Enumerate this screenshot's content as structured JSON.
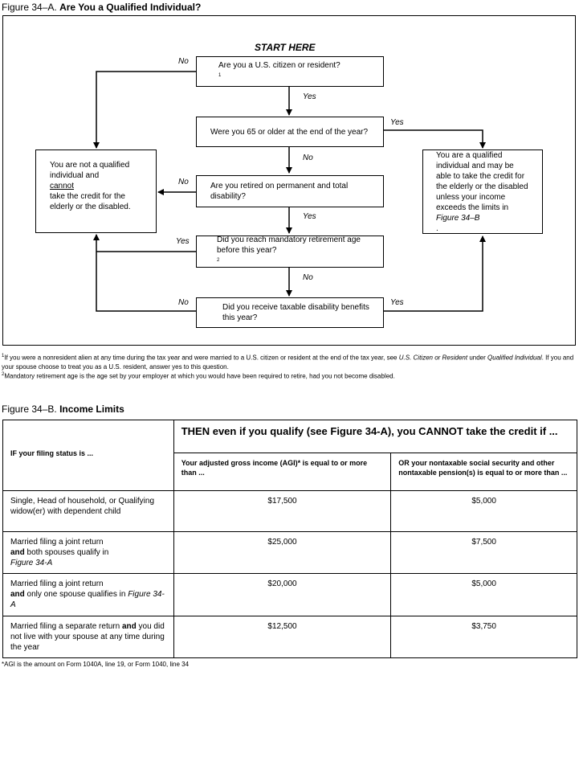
{
  "figA": {
    "prefix": "Figure 34–A.",
    "title": "Are You a Qualified Individual?",
    "start": "START HERE",
    "q1": "Are you a U.S. citizen or resident?",
    "q1_sup": "1",
    "q2": "Were you 65 or older at the end of the year?",
    "q3": "Are you retired on permanent and total disability?",
    "q4": "Did you reach mandatory retirement age before this year?",
    "q4_sup": "2",
    "q5": "Did you receive taxable disability benefits this year?",
    "not_qualified_1": "You are not a qualified individual and ",
    "not_qualified_cannot": "cannot",
    "not_qualified_2": " take the credit for the elderly or the disabled.",
    "qualified_1": "You are a qualified individual and may be able to take the credit for the elderly or the disabled unless your income exceeds the limits in ",
    "qualified_fig": "Figure 34–B",
    "qualified_2": ".",
    "labels": {
      "no": "No",
      "yes": "Yes"
    },
    "footnote1_sup": "1",
    "footnote1_a": "If you were a nonresident alien at any time during the tax year and were married to a U.S. citizen or resident at the end of the tax year, see ",
    "footnote1_em1": "U.S. Citizen or Resident",
    "footnote1_b": " under ",
    "footnote1_em2": "Qualified Individual",
    "footnote1_c": ". If you and your spouse choose to treat you as a U.S. resident, answer yes to this question.",
    "footnote2_sup": "2",
    "footnote2": "Mandatory retirement age is the age set by your employer at which you would have been required to retire, had you not become disabled."
  },
  "figB": {
    "prefix": "Figure 34–B.",
    "title": "Income Limits",
    "col1_header": "IF your filing status is ...",
    "then_header": "THEN even if you qualify (see Figure 34-A), you CANNOT take the credit if ...",
    "col2_header": "Your adjusted gross income (AGI)* is equal to or more than ...",
    "col3_header": "OR your nontaxable social security and other nontaxable pension(s) is equal to or more than ...",
    "rows": [
      {
        "status": "Single, Head of household, or Qualifying widow(er) with dependent child",
        "agi": "$17,500",
        "pension": "$5,000"
      },
      {
        "status_a": "Married filing a joint return",
        "status_b": "and",
        "status_c": " both spouses qualify in",
        "status_em": "Figure 34-A",
        "agi": "$25,000",
        "pension": "$7,500"
      },
      {
        "status_a": "Married filing a joint return",
        "status_b": "and",
        "status_c": " only one spouse qualifies in ",
        "status_em": "Figure 34-A",
        "agi": "$20,000",
        "pension": "$5,000"
      },
      {
        "status_a": "Married filing a separate return ",
        "status_b": "and",
        "status_c": " you did not live with your spouse at any time during the year",
        "agi": "$12,500",
        "pension": "$3,750"
      }
    ],
    "note": "*AGI is the amount on Form 1040A, line 19, or Form 1040, line 34"
  }
}
